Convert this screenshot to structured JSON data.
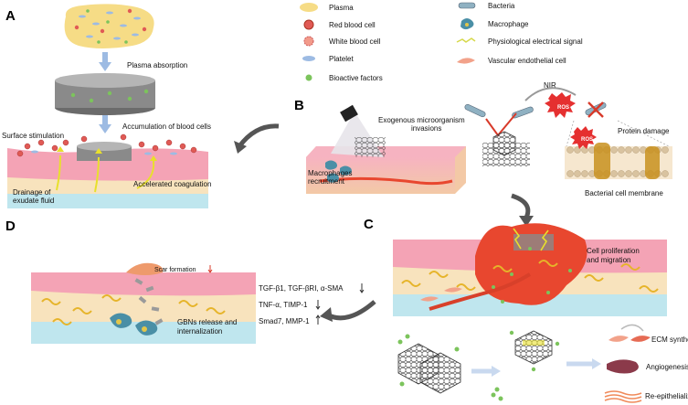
{
  "panels": {
    "a": "A",
    "b": "B",
    "c": "C",
    "d": "D"
  },
  "legend": {
    "plasma": "Plasma",
    "rbc": "Red blood cell",
    "wbc": "White blood cell",
    "platelet": "Platelet",
    "bioactive": "Bioactive factors",
    "bacteria": "Bacteria",
    "macrophage": "Macrophage",
    "electrical": "Physiological electrical  signal",
    "endothelial": "Vascular endothelial cell"
  },
  "panel_a": {
    "plasma_absorption": "Plasma absorption",
    "accumulation": "Accumulation of blood cells",
    "surface_stimulation": "Surface stimulation",
    "accelerated": "Accelerated coagulation",
    "drainage_1": "Drainage of",
    "drainage_2": "exudate fluid"
  },
  "panel_b": {
    "nir": "NIR",
    "ros": "ROS",
    "exogenous_1": "Exogenous microorganism",
    "exogenous_2": "invasions",
    "protein_damage": "Protein damage",
    "membrane": "Bacterial cell membrane",
    "macro_1": "Macrophages",
    "macro_2": "recruitment"
  },
  "panel_c": {
    "prolif_1": "Cell proliferation",
    "prolif_2": "and migration",
    "ecm": "ECM synthesis",
    "angio": "Angiogenesis",
    "reepi": "Re-epithelialization"
  },
  "panel_d": {
    "scar": "Scar formation",
    "tgf": "TGF-β1, TGF-βRI, α-SMA",
    "tnf": "TNF-α, TIMP-1",
    "smad": "Smad7, MMP-1",
    "release_1": "GBNs release and",
    "release_2": "internalization"
  },
  "colors": {
    "plasma": "#f6dc86",
    "rbc": "#d9534f",
    "skin_pink": "#f4a3b5",
    "skin_tan": "#f8e3bd",
    "dermis_blue": "#bfe6ee",
    "wound_red": "#e8472f",
    "arrow_blue": "#9dbbe3",
    "green_dot": "#7cc45c",
    "scar": "#ee9a6c"
  }
}
